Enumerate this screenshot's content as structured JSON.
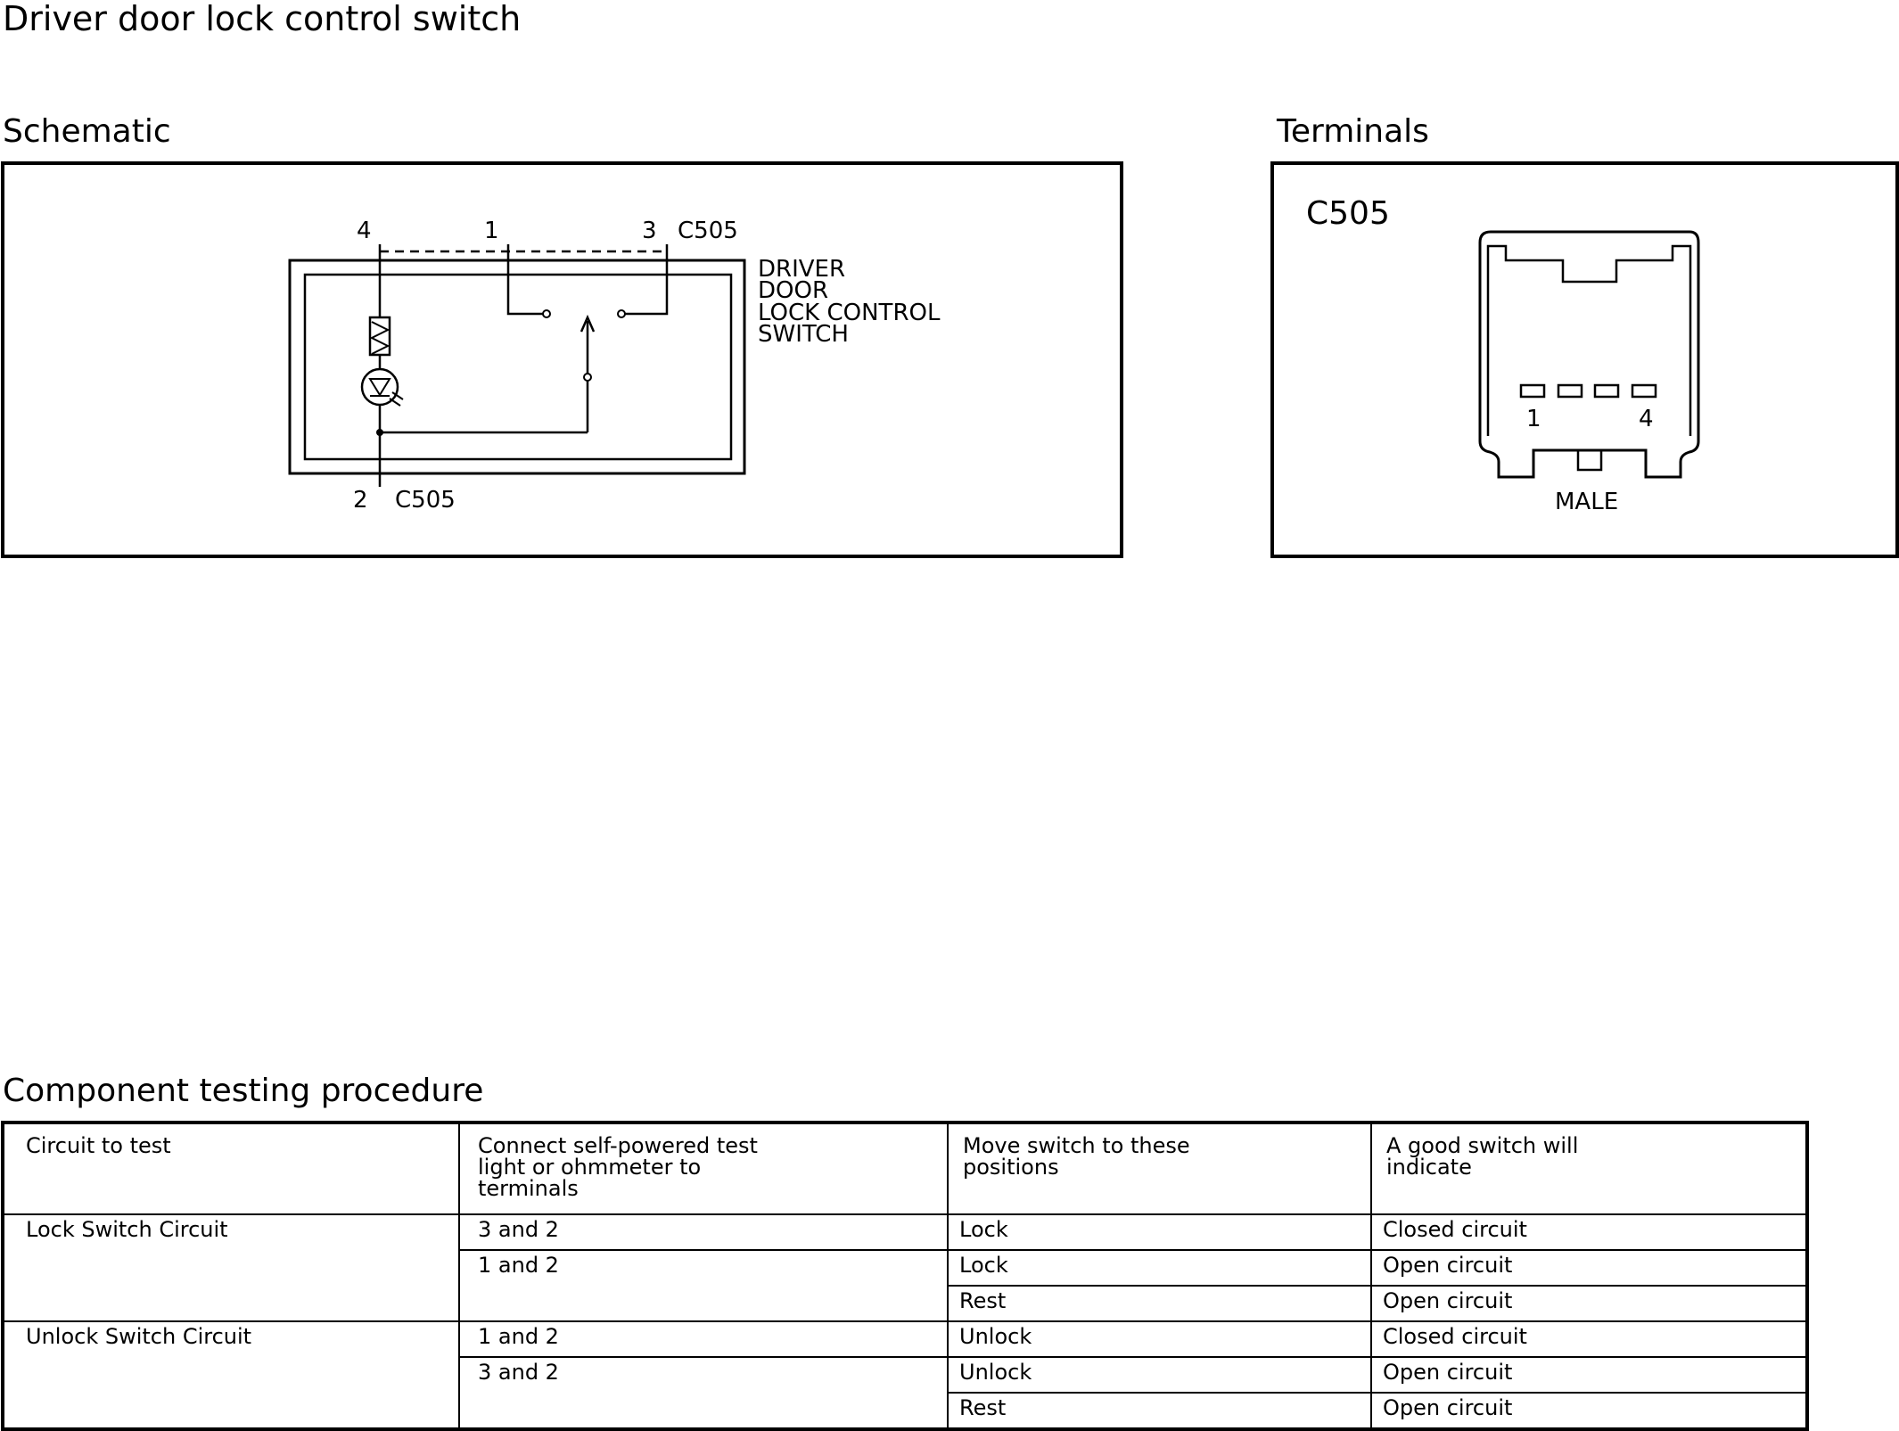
{
  "page": {
    "title": "Driver door lock control switch",
    "schematic_heading": "Schematic",
    "terminals_heading": "Terminals",
    "testing_heading": "Component testing procedure"
  },
  "schematic": {
    "pin_4": "4",
    "pin_1": "1",
    "pin_3": "3",
    "pin_2": "2",
    "connector_top": "C505",
    "connector_bottom": "C505",
    "component_label_lines": [
      "DRIVER",
      "DOOR",
      "LOCK CONTROL",
      "SWITCH"
    ]
  },
  "terminals": {
    "connector_id": "C505",
    "pin_first": "1",
    "pin_last": "4",
    "gender": "MALE"
  },
  "table": {
    "headers": [
      [
        "Circuit to test"
      ],
      [
        "Connect self-powered test",
        "light or ohmmeter to",
        "terminals"
      ],
      [
        "Move switch to these",
        "positions"
      ],
      [
        "A good switch will",
        "indicate"
      ]
    ],
    "groups": [
      {
        "circuit": "Lock Switch Circuit",
        "rows": [
          {
            "terminals": "3 and 2",
            "position": "Lock",
            "indication": "Closed circuit"
          },
          {
            "terminals": "1 and 2",
            "position": "Lock",
            "indication": "Open circuit"
          },
          {
            "terminals": "",
            "position": "Rest",
            "indication": "Open circuit"
          }
        ]
      },
      {
        "circuit": "Unlock Switch Circuit",
        "rows": [
          {
            "terminals": "1 and 2",
            "position": "Unlock",
            "indication": "Closed circuit"
          },
          {
            "terminals": "3 and 2",
            "position": "Unlock",
            "indication": "Open circuit"
          },
          {
            "terminals": "",
            "position": "Rest",
            "indication": "Open circuit"
          }
        ]
      }
    ]
  }
}
